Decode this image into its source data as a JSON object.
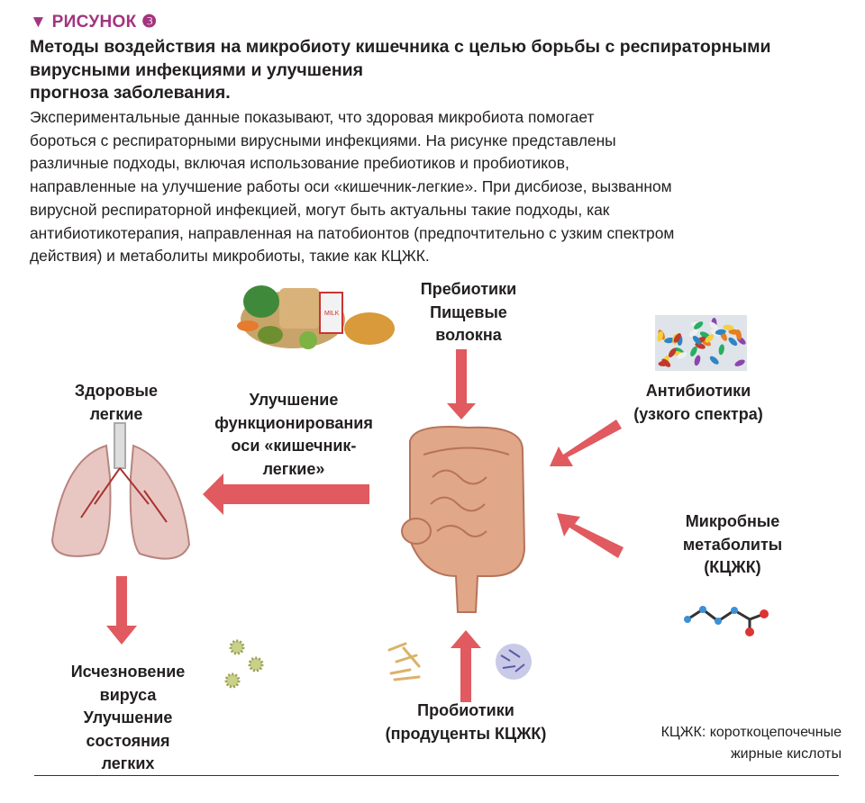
{
  "figure": {
    "label": "▼ РИСУНОК ❸"
  },
  "title": [
    "Методы воздействия на микробиоту кишечника с целью борьбы с респираторными",
    "вирусными инфекциями и улучшения",
    "прогноза заболевания."
  ],
  "body": [
    "Экспериментальные данные показывают, что здоровая микробиота помогает",
    "бороться с респираторными вирусными инфекциями. На рисунке представлены",
    "различные подходы, включая использование пребиотиков и пробиотиков,",
    "направленные на улучшение работы оси «кишечник-легкие». При дисбиозе, вызванном",
    "вирусной респираторной инфекцией, могут быть актуальны такие подходы, как",
    "антибиотикотерапия, направленная на патобионтов (предпочтительно с узким спектром",
    "действия) и метаболиты микробиоты, такие как КЦЖК."
  ],
  "diagram": {
    "prebiotics": [
      "Пребиотики",
      "Пищевые",
      "волокна"
    ],
    "healthy_lungs": [
      "Здоровые",
      "легкие"
    ],
    "axis": [
      "Улучшение",
      "функционирования",
      "оси «кишечник-",
      "легкие»"
    ],
    "antibiotics": [
      "Антибиотики",
      "(узкого спектра)"
    ],
    "metabolites": [
      "Микробные",
      "метаболиты",
      "(КЦЖК)"
    ],
    "outcome": [
      "Исчезновение",
      "вируса",
      "Улучшение",
      "состояния",
      "легких"
    ],
    "probiotics": [
      "Пробиотики",
      "(продуценты КЦЖК)"
    ],
    "food_label": "MILK",
    "arrow_color": "#e05a5f",
    "accent_color": "#a3347f"
  },
  "footnote": [
    "КЦЖК: короткоцепочечные",
    "жирные кислоты"
  ]
}
